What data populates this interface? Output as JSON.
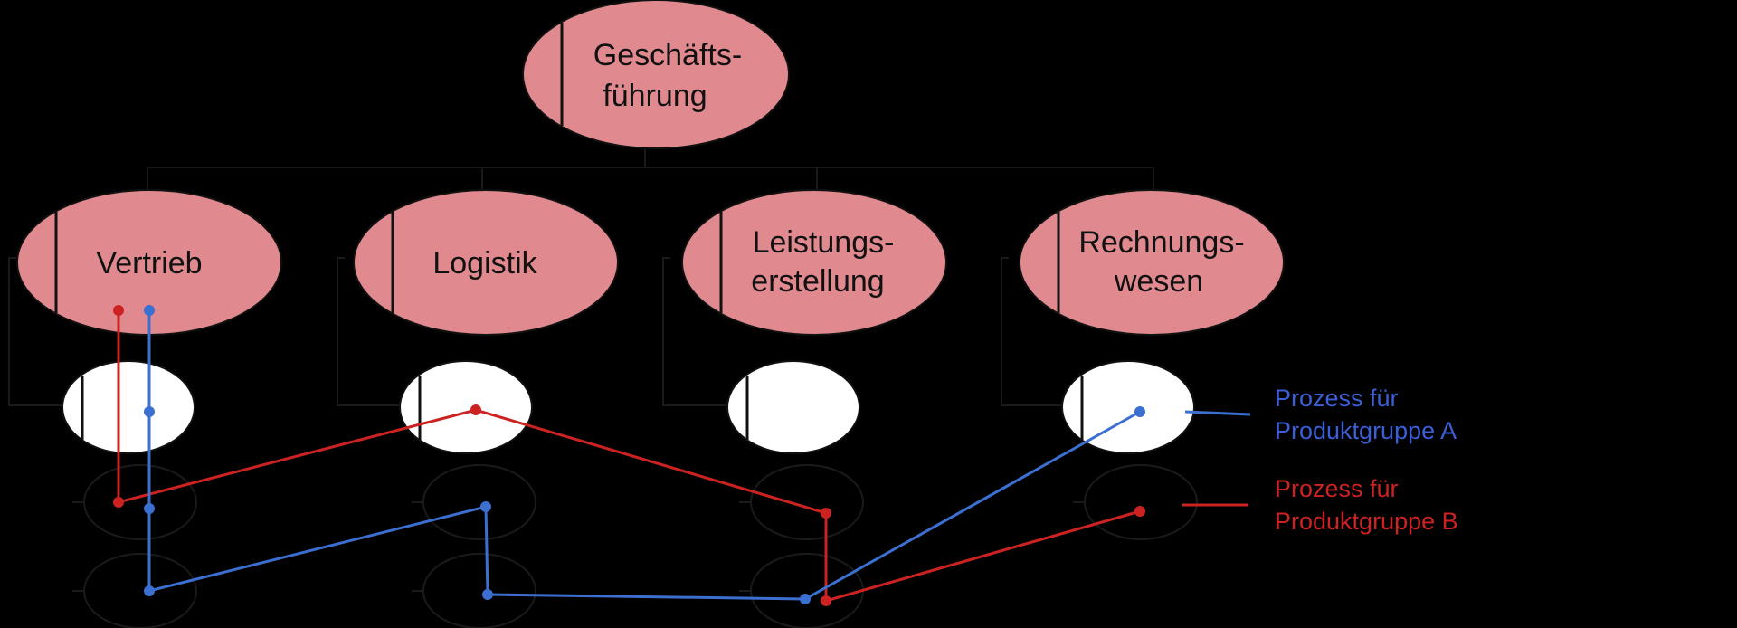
{
  "nodes": {
    "geschaeftsfuehrung": {
      "line1": "Geschäfts-",
      "line2": "führung"
    },
    "vertrieb": {
      "label": "Vertrieb"
    },
    "logistik": {
      "label": "Logistik"
    },
    "leistungserstellung": {
      "line1": "Leistungs-",
      "line2": "erstellung"
    },
    "rechnungswesen": {
      "line1": "Rechnungs-",
      "line2": "wesen"
    }
  },
  "legend": {
    "a": {
      "line1": "Prozess für",
      "line2": "Produktgruppe A"
    },
    "b": {
      "line1": "Prozess für",
      "line2": "Produktgruppe B"
    }
  },
  "colors": {
    "background": "#000000",
    "node_fill": "#e08a8f",
    "sub_node_fill": "#ffffff",
    "process_a": "#3b6fd0",
    "process_b": "#cc2222"
  }
}
